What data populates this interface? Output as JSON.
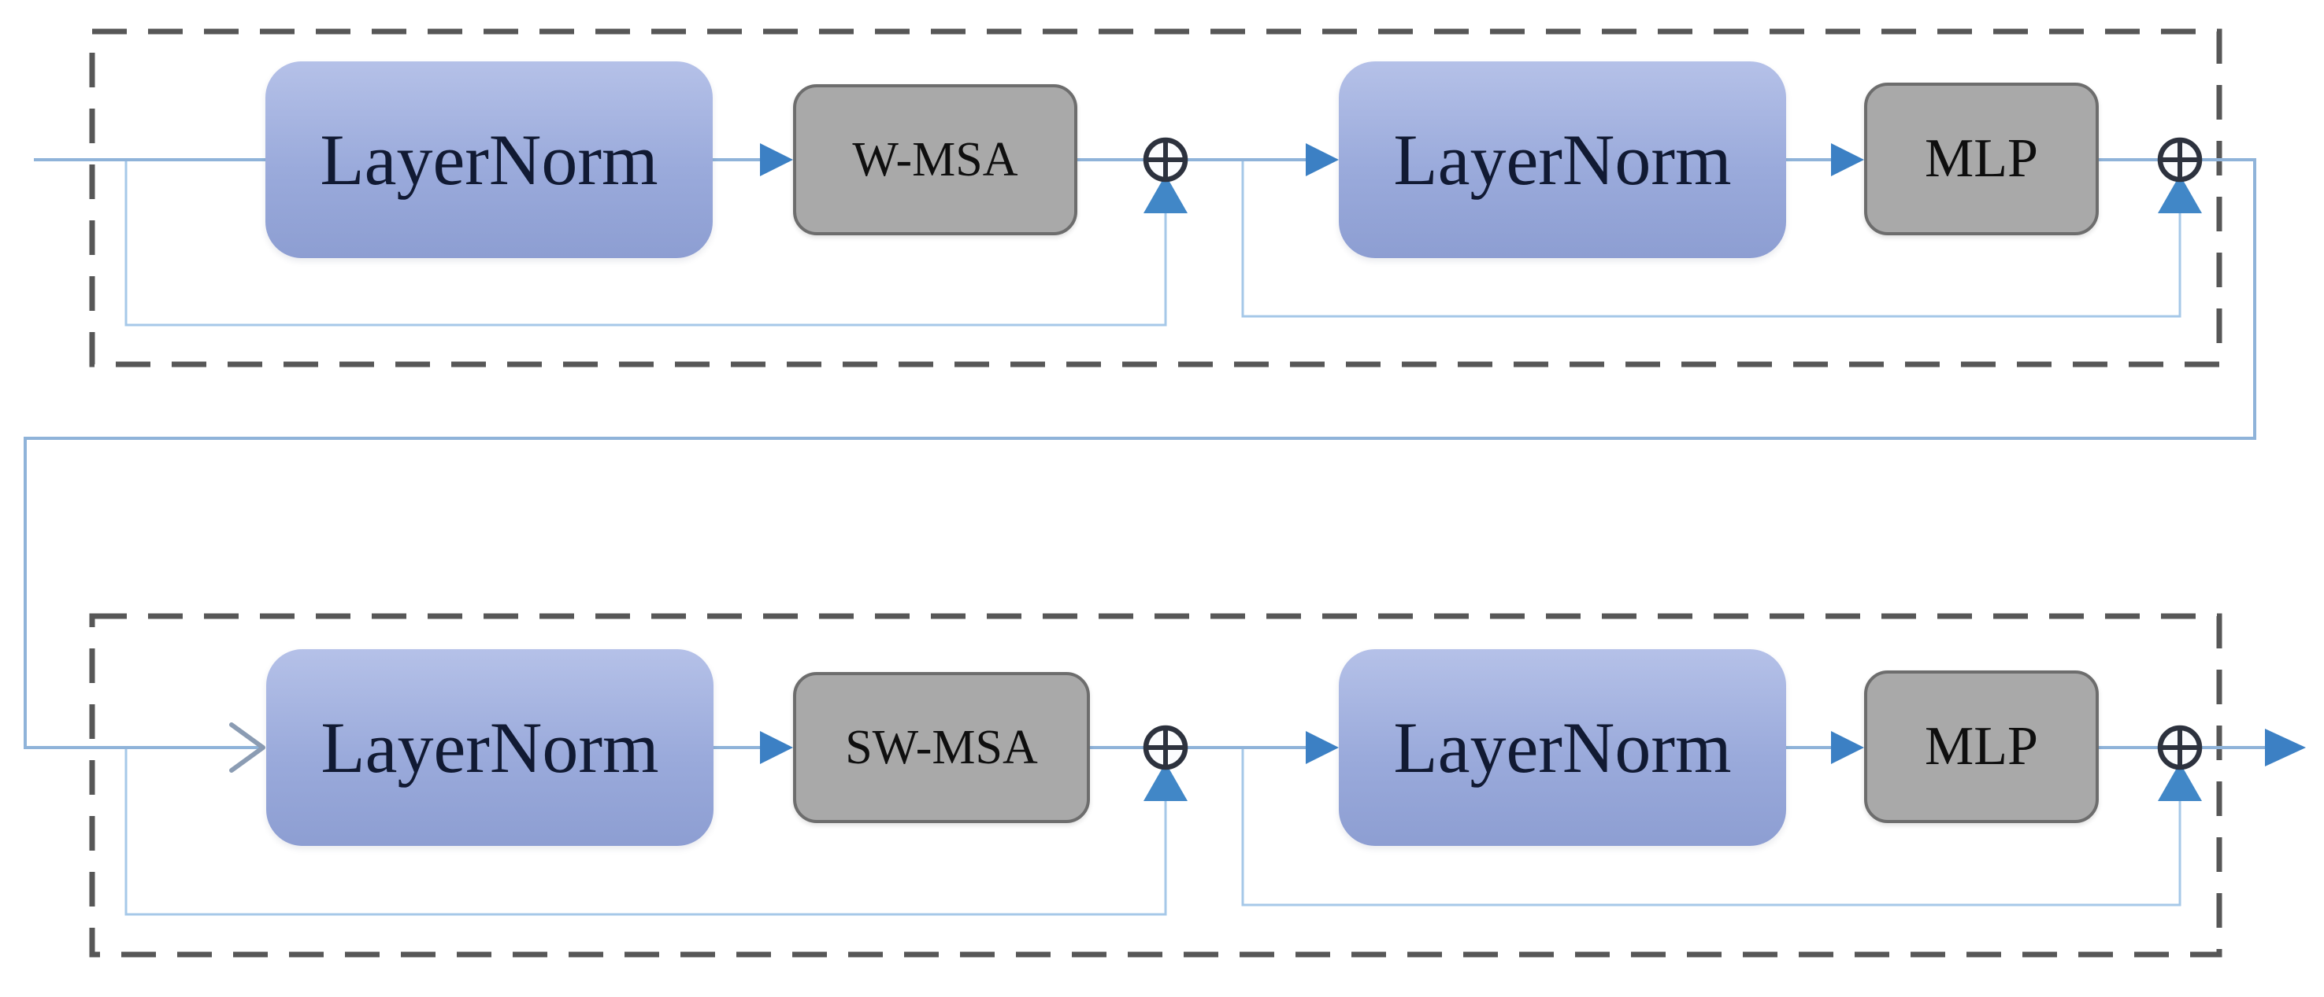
{
  "diagram": {
    "kind": "architecture-flow-diagram",
    "description": "Two successive transformer blocks, each: LayerNorm -> (S)W-MSA -> add, LayerNorm -> MLP -> add, with residual skip connections",
    "blocks": [
      {
        "name": "transformer-block-1",
        "nodes": [
          {
            "label": "LayerNorm"
          },
          {
            "label": "W-MSA"
          },
          {
            "label": "LayerNorm"
          },
          {
            "label": "MLP"
          }
        ]
      },
      {
        "name": "transformer-block-2",
        "nodes": [
          {
            "label": "LayerNorm"
          },
          {
            "label": "SW-MSA"
          },
          {
            "label": "LayerNorm"
          },
          {
            "label": "MLP"
          }
        ]
      }
    ],
    "operators": {
      "sum_symbol": "⊕",
      "sum_count": 4
    },
    "colors": {
      "layernorm_fill_top": "#b5c1e8",
      "layernorm_fill_bottom": "#8d9ed2",
      "layernorm_text": "#111a33",
      "gray_block_fill": "#a9a9a9",
      "gray_block_border": "#6d6d6d",
      "gray_block_text": "#0f0f0f",
      "flow_line": "#8fb3d9",
      "residual_line": "#a6c8e8",
      "arrowhead": "#3c80c4",
      "operator_stroke": "#2d323e",
      "dashed_border": "#575757",
      "background": "#ffffff"
    }
  }
}
